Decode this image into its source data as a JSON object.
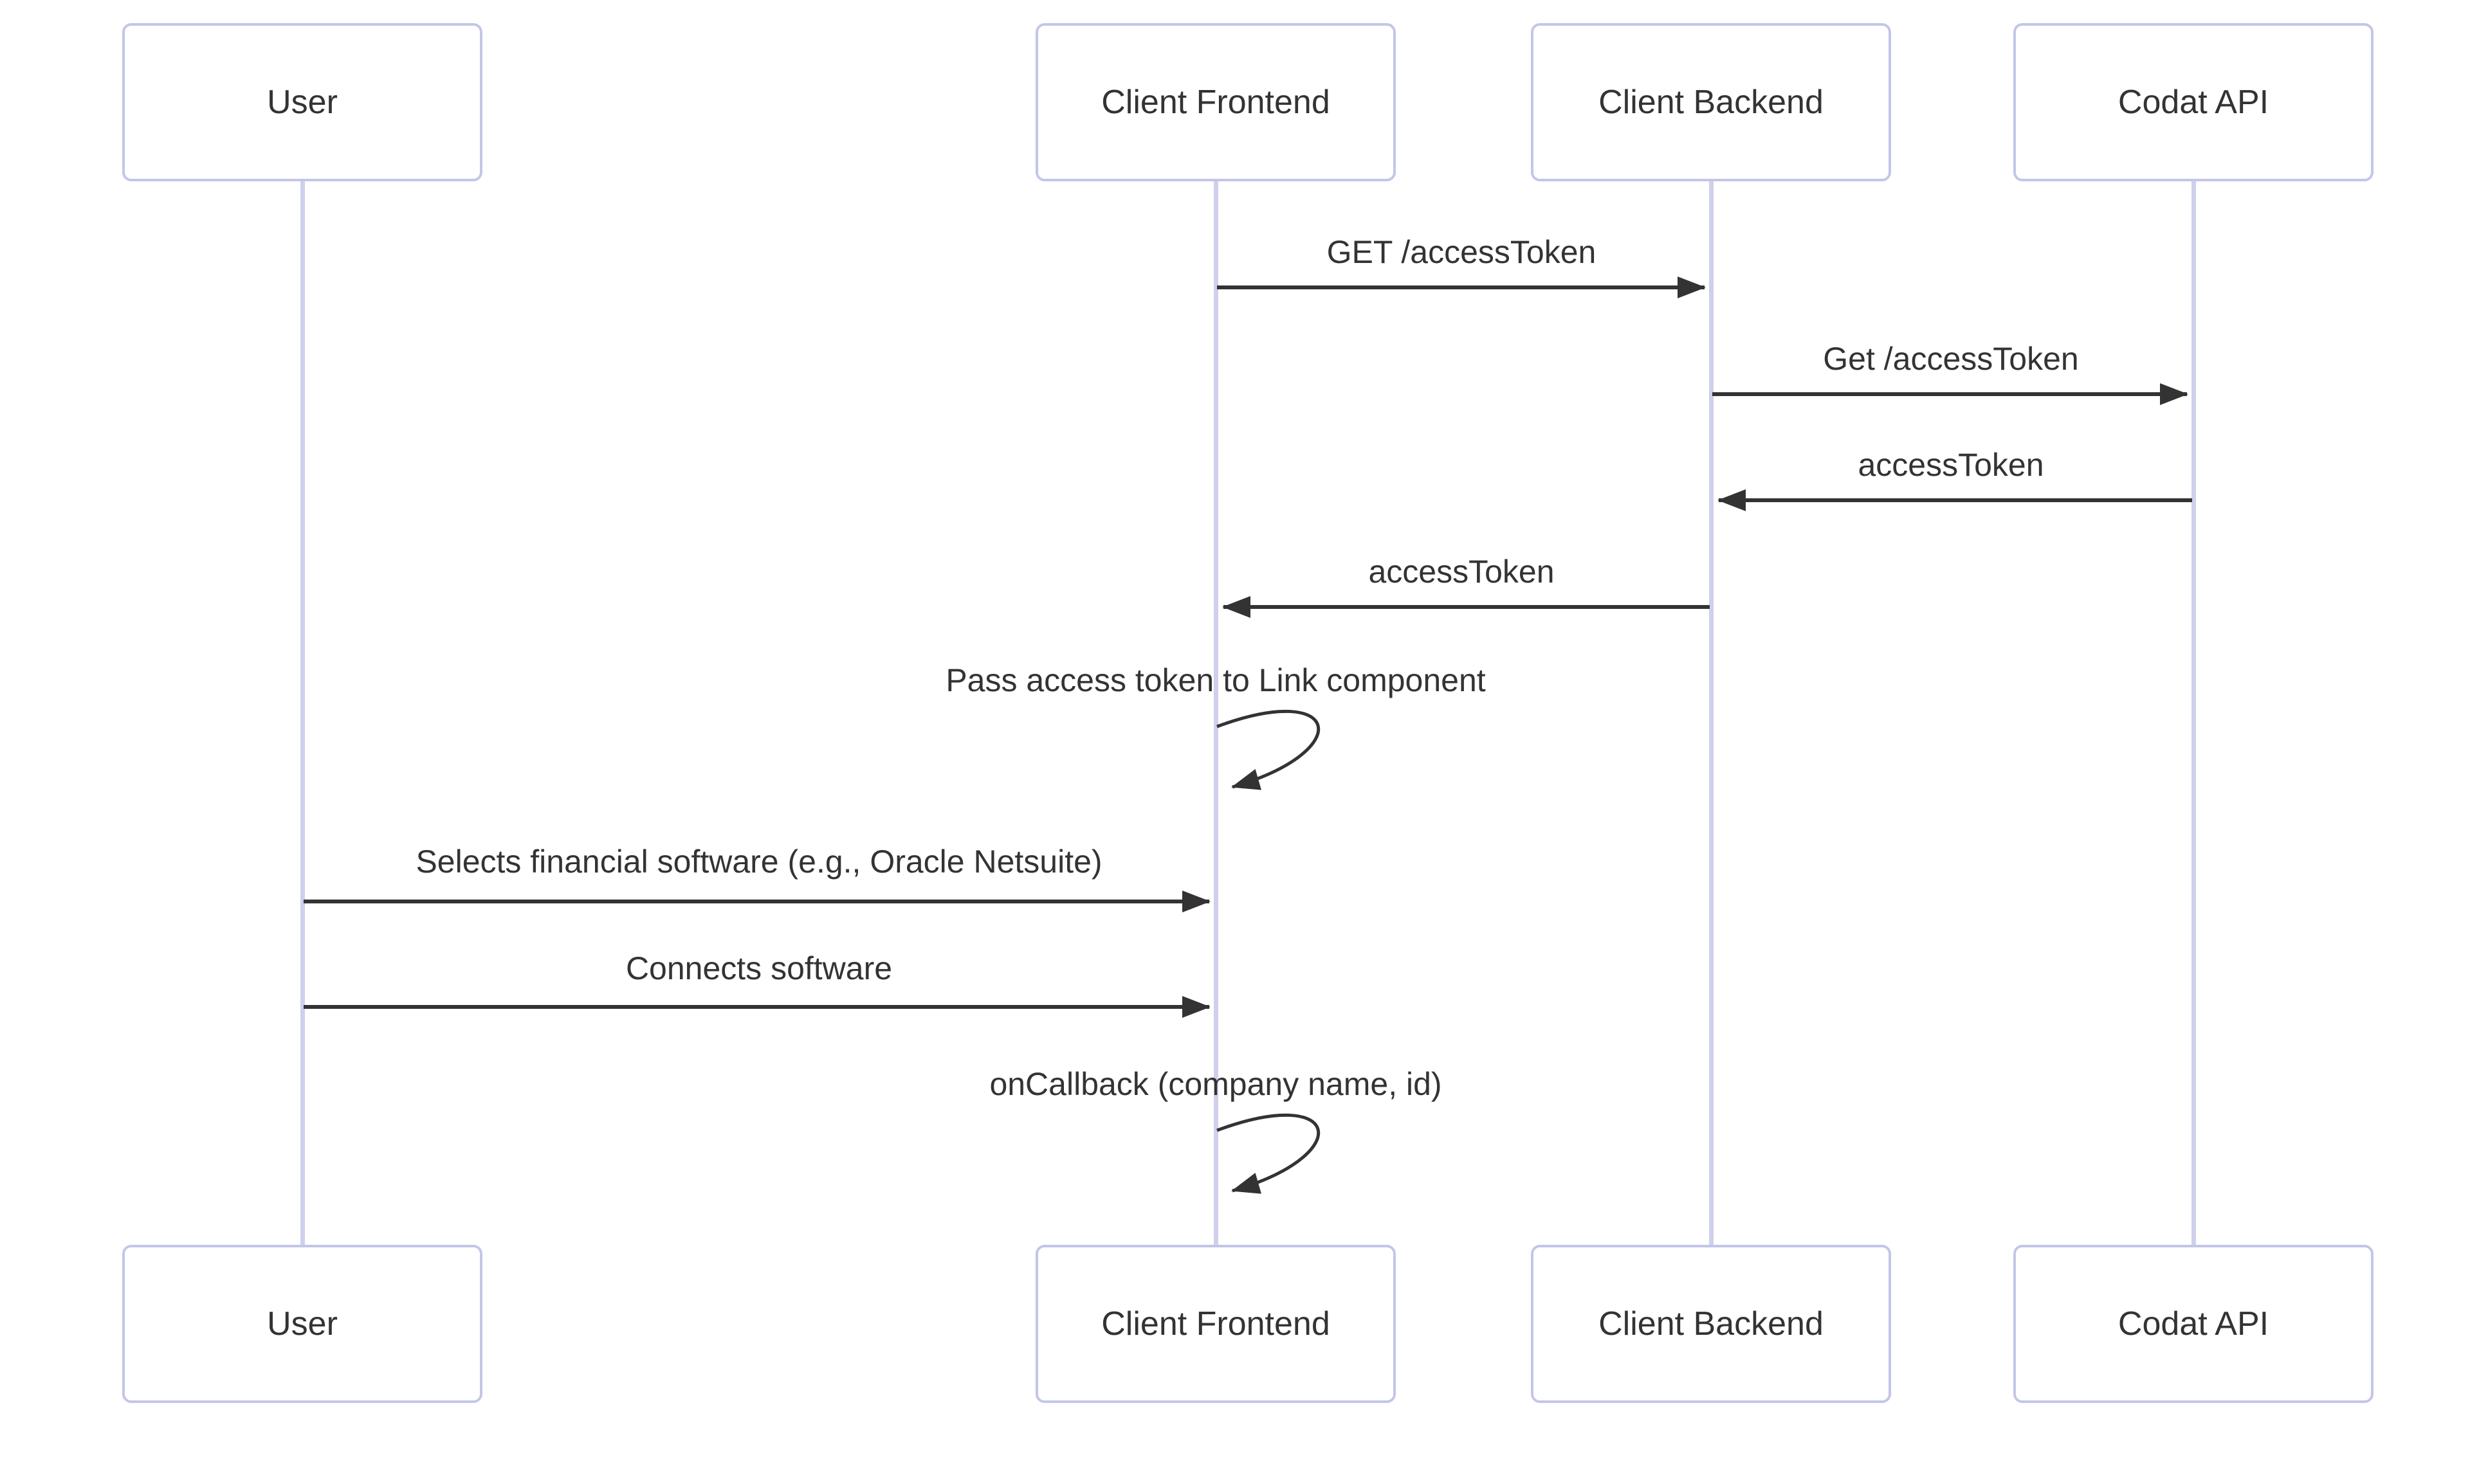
{
  "diagram": {
    "type": "sequence-diagram",
    "actors": [
      {
        "name": "User"
      },
      {
        "name": "Client Frontend"
      },
      {
        "name": "Client Backend"
      },
      {
        "name": "Codat API"
      }
    ],
    "messages": [
      {
        "from": "Client Frontend",
        "to": "Client Backend",
        "label": "GET /accessToken",
        "kind": "solid-arrow"
      },
      {
        "from": "Client Backend",
        "to": "Codat API",
        "label": "Get /accessToken",
        "kind": "solid-arrow"
      },
      {
        "from": "Codat API",
        "to": "Client Backend",
        "label": "accessToken",
        "kind": "solid-arrow"
      },
      {
        "from": "Client Backend",
        "to": "Client Frontend",
        "label": "accessToken",
        "kind": "solid-arrow"
      },
      {
        "from": "Client Frontend",
        "to": "Client Frontend",
        "label": "Pass access token to Link component",
        "kind": "self-loop"
      },
      {
        "from": "User",
        "to": "Client Frontend",
        "label": "Selects financial software (e.g., Oracle Netsuite)",
        "kind": "solid-arrow"
      },
      {
        "from": "User",
        "to": "Client Frontend",
        "label": "Connects software",
        "kind": "solid-arrow"
      },
      {
        "from": "Client Frontend",
        "to": "Client Frontend",
        "label": "onCallback (company name, id)",
        "kind": "self-loop"
      }
    ],
    "theme": {
      "actor_border": "#C3C6E8",
      "actor_fill": "#FFFFFF",
      "lifeline": "#CFD0EC",
      "arrow": "#333333",
      "text": "#333333",
      "background": "#FFFFFF"
    }
  }
}
